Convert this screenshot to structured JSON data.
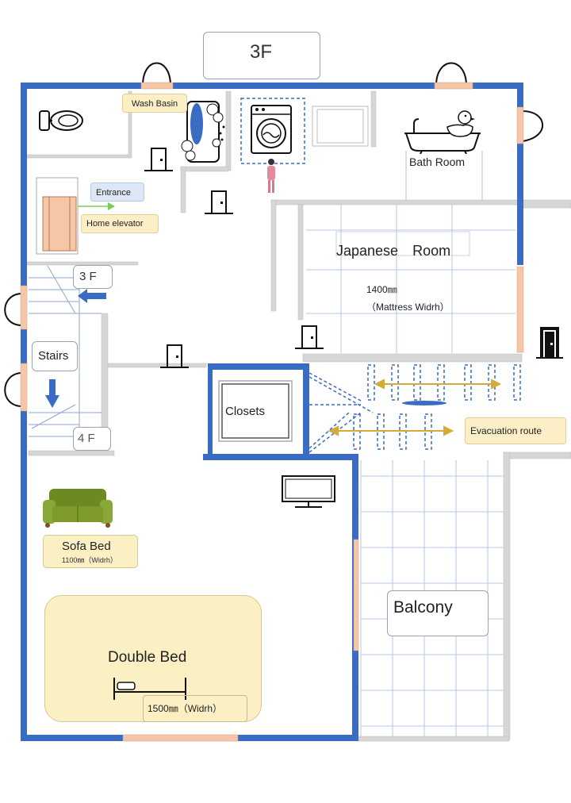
{
  "floor_label": "3F",
  "rooms": {
    "wash_basin": "Wash Basin",
    "entrance": "Entrance",
    "home_elevator": "Home elevator",
    "bath_room": "Bath Room",
    "japanese_room": "Japanese　Room",
    "mattress_width_value": "1400㎜",
    "mattress_width_note": "（Mattress Widrh）",
    "stairs": "Stairs",
    "stairs_down_level": "3 F",
    "stairs_up_level": "4 F",
    "closets": "Closets",
    "evacuation_route": "Evacuation route",
    "sofa_bed": "Sofa Bed",
    "sofa_bed_width": "1100㎜（Widrh）",
    "balcony": "Balcony",
    "double_bed": "Double Bed",
    "double_bed_width": "1500㎜（Widrh）"
  },
  "colors": {
    "wall": "#3a6cc4",
    "tag_yellow": "#fcefc7",
    "bed_yellow": "#fbefc4",
    "window_pink": "#f5c6a8",
    "evacuation_arrow": "#d4aa3a",
    "sofa_green": "#7d9a2a"
  },
  "icons": [
    "toilet-icon",
    "washing-machine-icon",
    "bathtub-icon",
    "duck-icon",
    "person-icon",
    "door-icon",
    "tv-icon",
    "sofa-icon",
    "bed-icon",
    "elevator-icon",
    "emergency-exit-icon",
    "arrow-down-icon",
    "arrow-left-icon"
  ]
}
